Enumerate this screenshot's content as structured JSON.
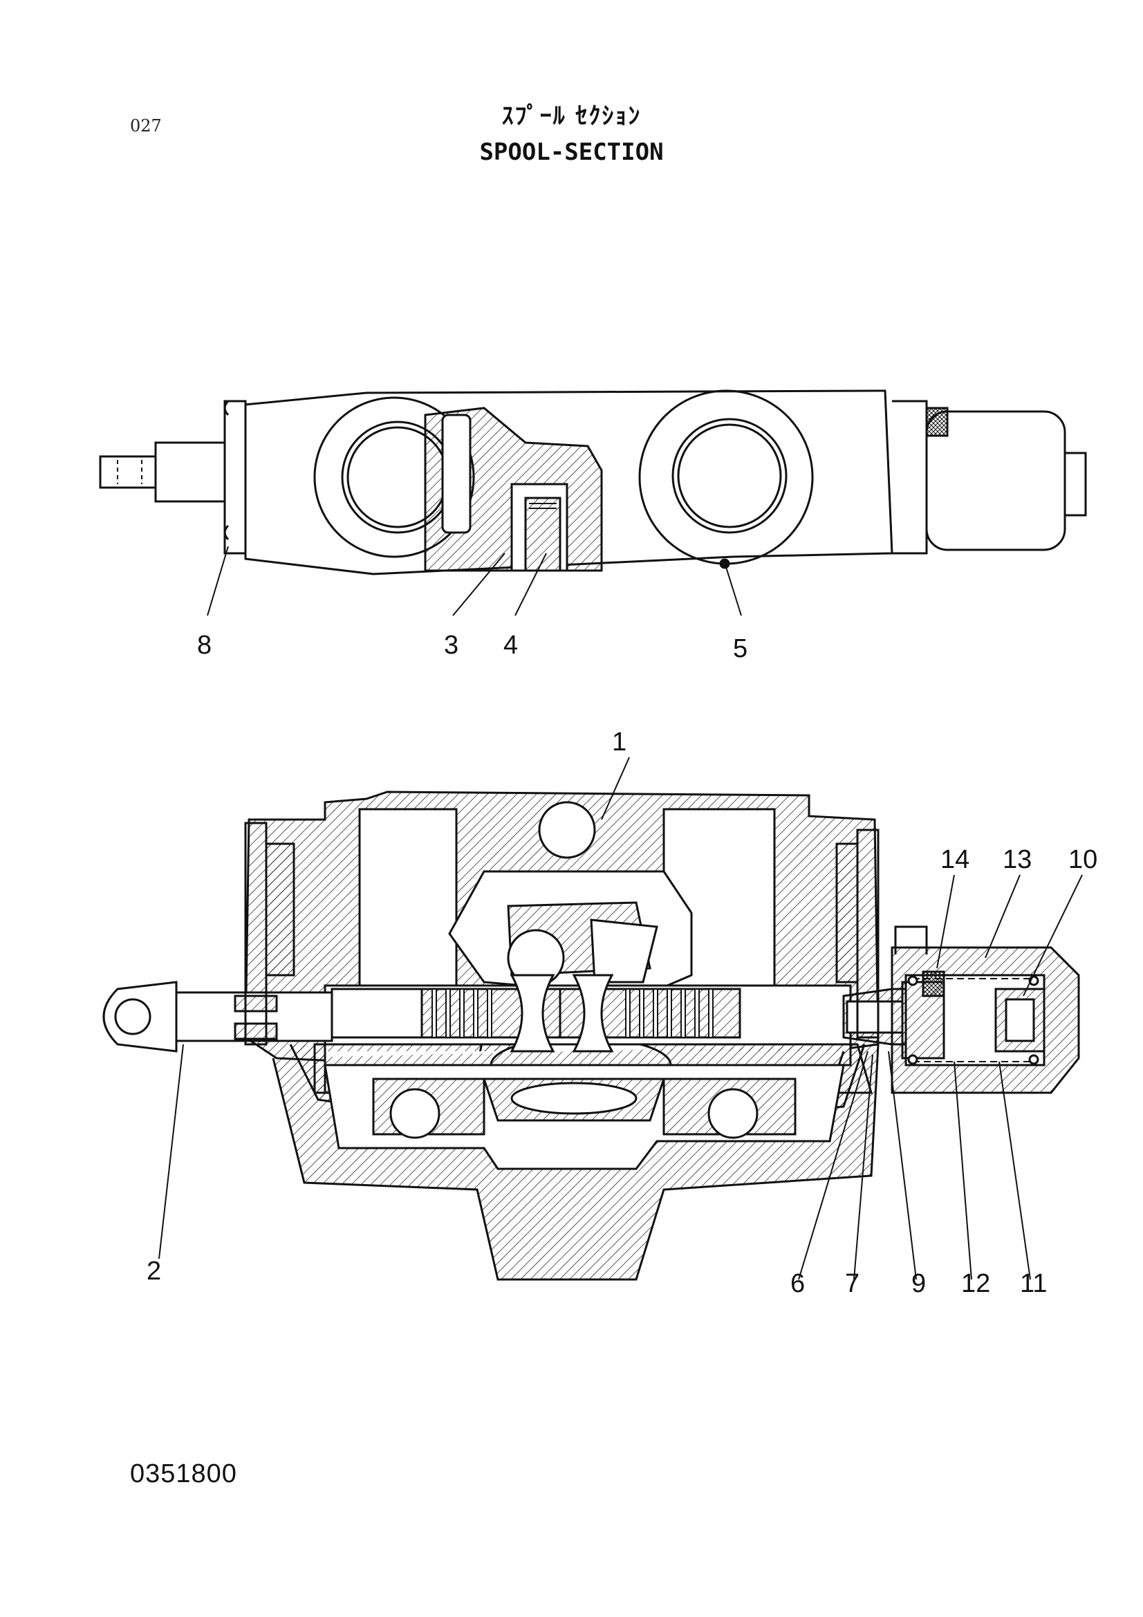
{
  "page_number": "027",
  "title_japanese": "ｽﾌﾟｰﾙ ｾｸｼｮﾝ",
  "title_english": "SPOOL-SECTION",
  "drawing_code": "0351800",
  "callouts": {
    "c1": "1",
    "c2": "2",
    "c3": "3",
    "c4": "4",
    "c5": "5",
    "c6": "6",
    "c7": "7",
    "c8": "8",
    "c9": "9",
    "c10": "10",
    "c11": "11",
    "c12": "12",
    "c13": "13",
    "c14": "14"
  },
  "colors": {
    "ink": "#111111",
    "background": "#ffffff"
  }
}
